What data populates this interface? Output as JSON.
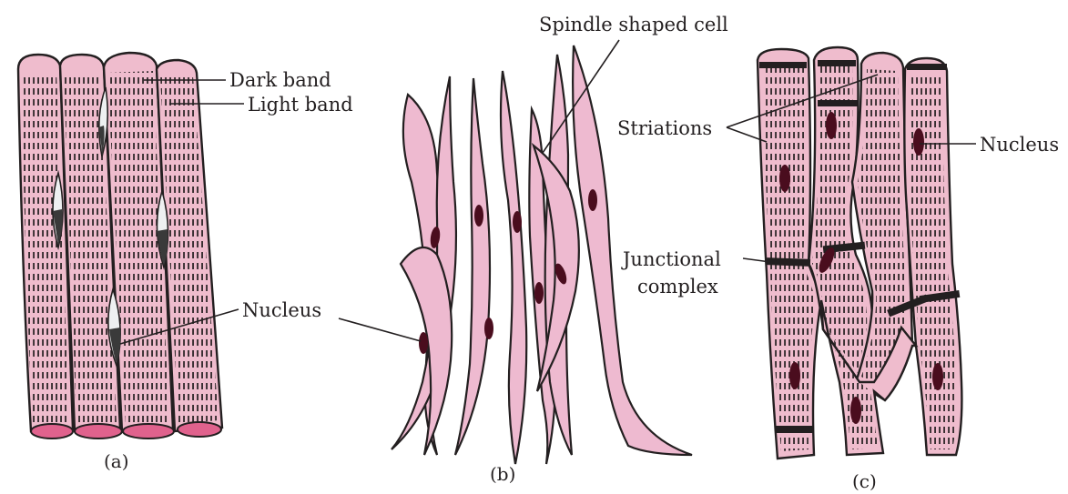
{
  "figure": {
    "panel_a": {
      "caption": "(a)",
      "labels": {
        "dark_band": "Dark band",
        "light_band": "Light band",
        "nucleus": "Nucleus"
      }
    },
    "panel_b": {
      "caption": "(b)",
      "labels": {
        "spindle": "Spindle shaped cell"
      }
    },
    "panel_c": {
      "caption": "(c)",
      "labels": {
        "striations": "Striations",
        "nucleus": "Nucleus",
        "junctional_1": "Junctional",
        "junctional_2": "complex"
      }
    }
  },
  "colors": {
    "cell_fill": "#efbccd",
    "outline": "#231f20",
    "nucleus": "#4a0d1e",
    "cell_end": "#e0628d"
  }
}
